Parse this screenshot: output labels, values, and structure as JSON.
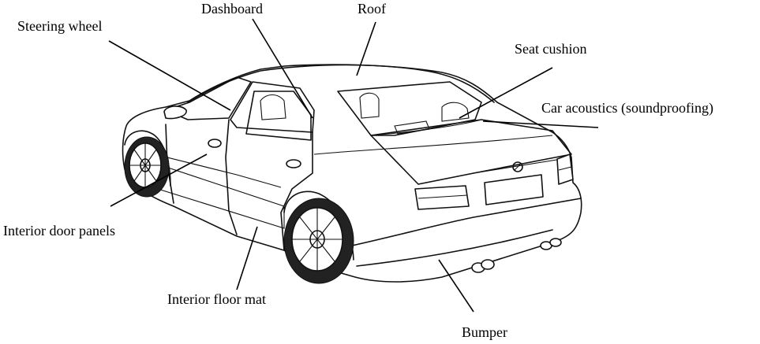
{
  "labels": {
    "steering_wheel": "Steering wheel",
    "dashboard": "Dashboard",
    "roof": "Roof",
    "seat_cushion": "Seat cushion",
    "car_acoustics": "Car acoustics (soundproofing)",
    "interior_door_panels": "Interior door panels",
    "interior_floor_mat": "Interior floor mat",
    "bumper": "Bumper"
  },
  "colors": {
    "line": "#111111",
    "background": "#ffffff"
  }
}
